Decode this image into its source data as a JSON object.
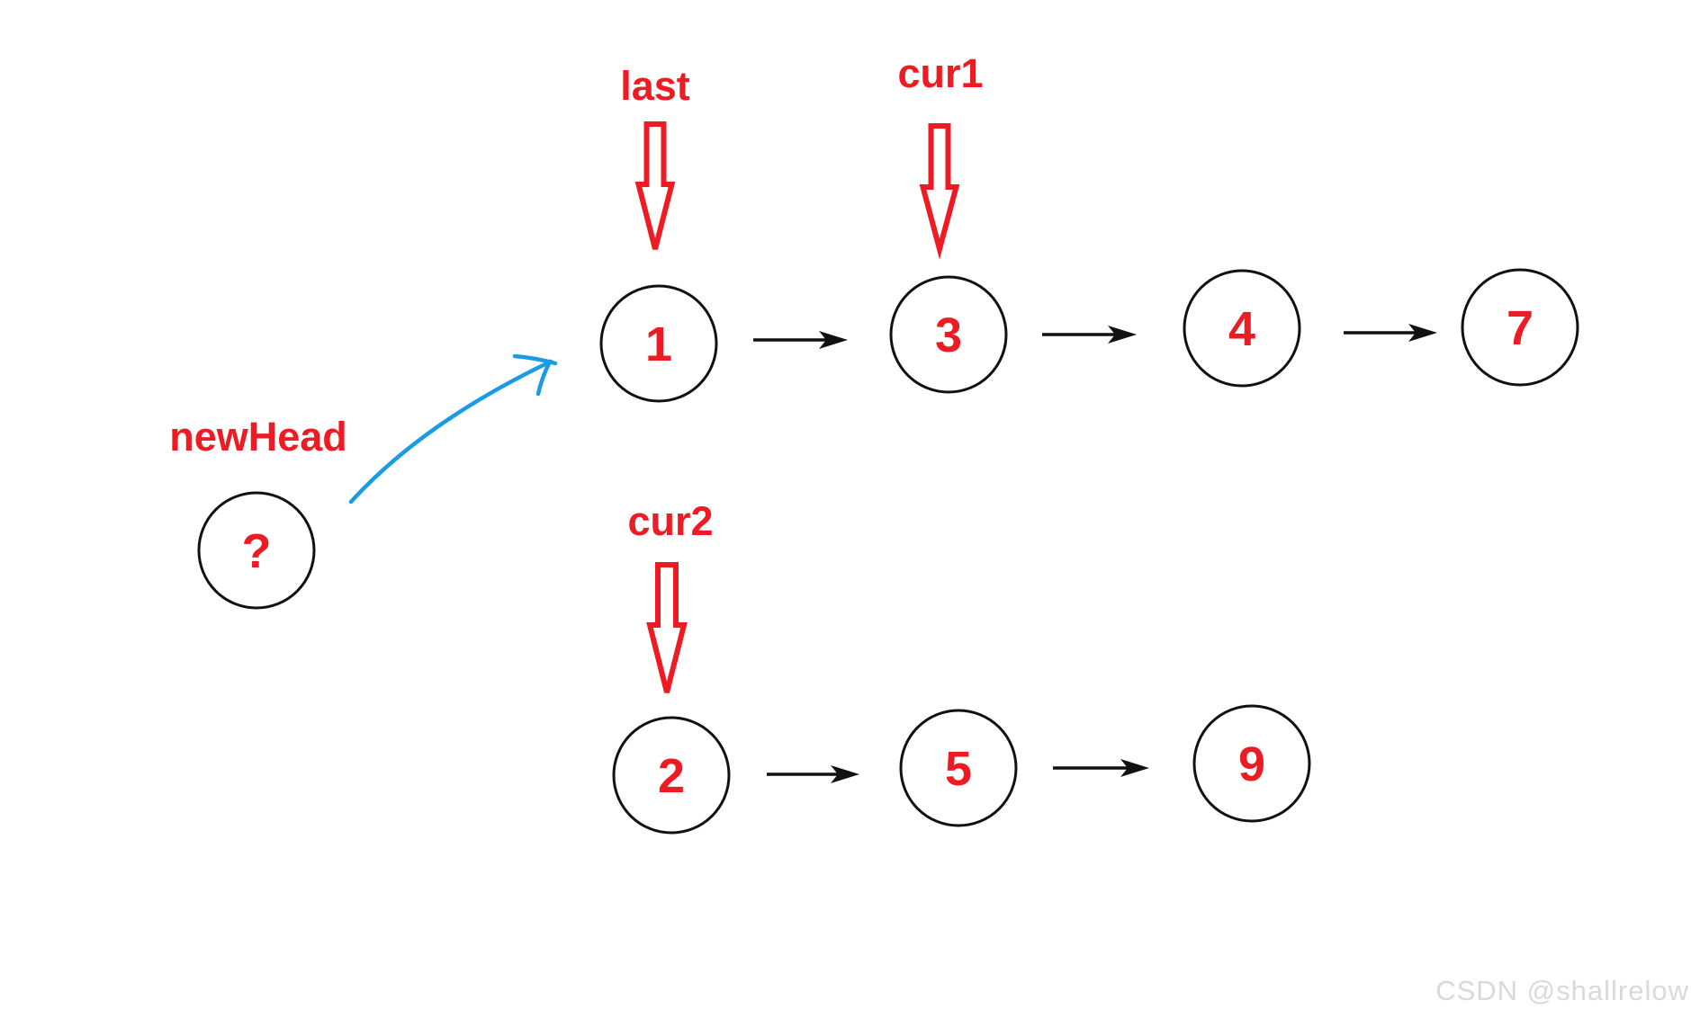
{
  "diagram": {
    "pointers": {
      "last_label": "last",
      "cur1_label": "cur1",
      "cur2_label": "cur2",
      "new_head_label": "newHead"
    },
    "list1": {
      "nodes": [
        {
          "value": "1"
        },
        {
          "value": "3"
        },
        {
          "value": "4"
        },
        {
          "value": "7"
        }
      ]
    },
    "list2": {
      "nodes": [
        {
          "value": "2"
        },
        {
          "value": "5"
        },
        {
          "value": "9"
        }
      ]
    },
    "new_head_node": {
      "value": "?"
    }
  },
  "watermark": {
    "text": "CSDN @shallrelow"
  },
  "colors": {
    "pointer_red": "#ED1C24",
    "hand_drawn_blue": "#1A9CE4",
    "node_stroke_black": "#111111",
    "watermark_gray": "#D9D9D9"
  }
}
